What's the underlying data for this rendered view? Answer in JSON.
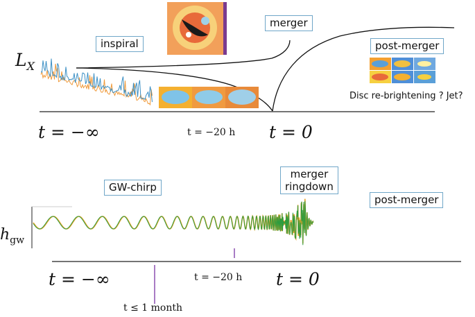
{
  "top": {
    "ylabel": "L_X",
    "stage_labels": {
      "inspiral": "inspiral",
      "merger": "merger",
      "post_merger": "post-merger"
    },
    "caption": "Disc re-brightening ? Jet?",
    "ticks": {
      "minus_inf": "t = −∞",
      "minus_20h": "t = −20 h",
      "zero": "t = 0"
    }
  },
  "bottom": {
    "ylabel": "h_gw",
    "stage_labels": {
      "gw_chirp": "GW-chirp",
      "merger_ringdown_line1": "merger",
      "merger_ringdown_line2": "ringdown",
      "post_merger": "post-merger"
    },
    "ticks": {
      "minus_inf": "t = −∞",
      "minus_20h": "t = −20 h",
      "zero": "t = 0",
      "one_month": "t ≤ 1 month"
    }
  },
  "colors": {
    "lc_blue": "#3b8fc4",
    "lc_orange": "#f09a3a",
    "gw_green": "#2e9c3e",
    "gw_orange": "#e8a22a",
    "marker": "#8a4fb0",
    "box_border": "#6fa6c8"
  }
}
